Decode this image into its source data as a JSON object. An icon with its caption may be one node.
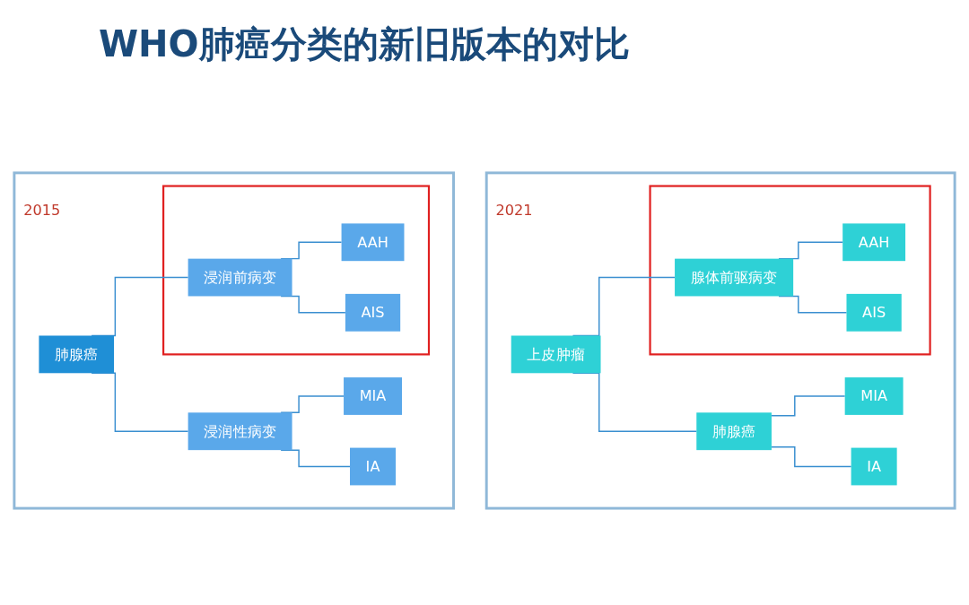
{
  "diagram": {
    "title": "WHO肺癌分类的新旧版本的对比",
    "nodes": [
      {
        "text": [
          "2015"
        ]
      },
      {
        "text": [
          "肺腺癌"
        ],
        "in": 0
      },
      {
        "text": [],
        "shape": "box",
        "in": 0
      },
      {
        "text": [
          "浸润前病变"
        ],
        "in": 2
      },
      {
        "text": [
          "AAH"
        ],
        "in": 2
      },
      {
        "text": [
          "AIS"
        ],
        "in": 2
      },
      {
        "text": [
          "浸润性病变"
        ],
        "in": 0
      },
      {
        "text": [
          "MIA"
        ],
        "in": 0
      },
      {
        "text": [
          "IA"
        ],
        "in": 0
      },
      {
        "text": [
          "2021"
        ]
      },
      {
        "text": [
          "上皮肿瘤"
        ],
        "in": 9
      },
      {
        "text": [],
        "shape": "box",
        "in": 9
      },
      {
        "text": [
          "腺体前驱病变"
        ],
        "in": 11
      },
      {
        "text": [
          "AAH"
        ],
        "in": 11
      },
      {
        "text": [
          "AIS"
        ],
        "in": 11
      },
      {
        "text": [
          "肺腺癌"
        ],
        "in": 9
      },
      {
        "text": [
          "MIA"
        ],
        "in": 9
      },
      {
        "text": [
          "IA"
        ],
        "in": 9
      }
    ],
    "edges": [
      {
        "from": 1,
        "to": 3,
        "arrow": "none"
      },
      {
        "from": 1,
        "to": 6,
        "arrow": "none"
      },
      {
        "from": 3,
        "to": 4,
        "arrow": "none"
      },
      {
        "from": 3,
        "to": 5,
        "arrow": "none"
      },
      {
        "from": 6,
        "to": 7,
        "arrow": "none"
      },
      {
        "from": 6,
        "to": 8,
        "arrow": "none"
      },
      {
        "from": 10,
        "to": 12,
        "arrow": "none"
      },
      {
        "from": 10,
        "to": 15,
        "arrow": "none"
      },
      {
        "from": 12,
        "to": 13,
        "arrow": "none"
      },
      {
        "from": 12,
        "to": 14,
        "arrow": "none"
      },
      {
        "from": 15,
        "to": 16,
        "arrow": "none"
      },
      {
        "from": 15,
        "to": 17,
        "arrow": "none"
      }
    ]
  }
}
